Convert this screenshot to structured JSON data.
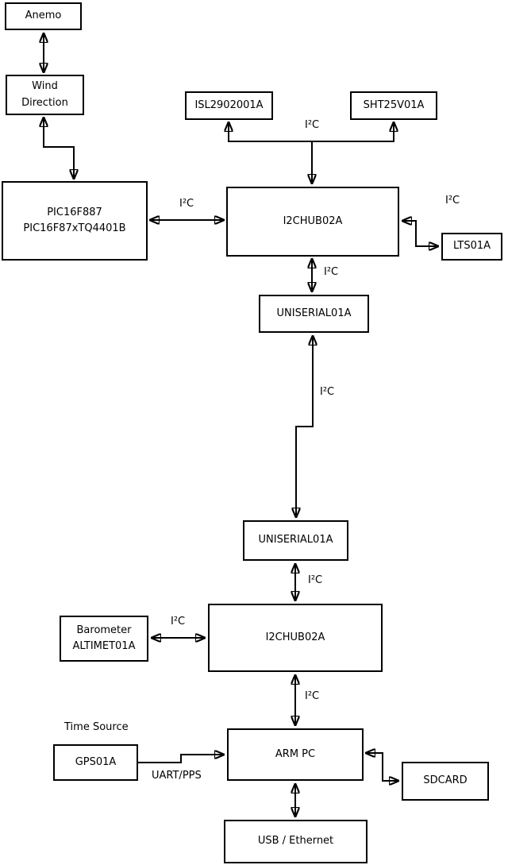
{
  "diagram": {
    "colors": {
      "line": "#000000",
      "background": "#ffffff",
      "box_fill": "#ffffff",
      "text": "#000000"
    },
    "boxes": {
      "anemo": {
        "label": "Anemo"
      },
      "wind_direction": {
        "line1": "Wind",
        "line2": "Direction"
      },
      "pic": {
        "line1": "PIC16F887",
        "line2": "PIC16F87xTQ4401B"
      },
      "isl": {
        "label": "ISL2902001A"
      },
      "sht": {
        "label": "SHT25V01A"
      },
      "i2c_hub_upper": {
        "label": "I2CHUB02A"
      },
      "lts": {
        "label": "LTS01A"
      },
      "uniserial_upper": {
        "label": "UNISERIAL01A"
      },
      "uniserial_lower": {
        "label": "UNISERIAL01A"
      },
      "i2c_hub_lower": {
        "label": "I2CHUB02A"
      },
      "barometer": {
        "line1": "Barometer",
        "line2": "ALTIMET01A"
      },
      "gps": {
        "label": "GPS01A"
      },
      "arm_pc": {
        "label": "ARM PC"
      },
      "sdcard": {
        "label": "SDCARD"
      },
      "usb_ethernet": {
        "label": "USB / Ethernet"
      }
    },
    "edge_labels": {
      "i2c_sensor_branch": "I²C",
      "i2c_pic_hub": "I²C",
      "i2c_hub_lts": "I²C",
      "i2c_hub_uniserial_upper": "I²C",
      "i2c_uniserial_link": "I²C",
      "i2c_uniserial_hub_lower": "I²C",
      "i2c_barometer_hub": "I²C",
      "i2c_hub_armpc": "I²C",
      "time_source": "Time Source",
      "uart_pps": "UART/PPS"
    }
  }
}
